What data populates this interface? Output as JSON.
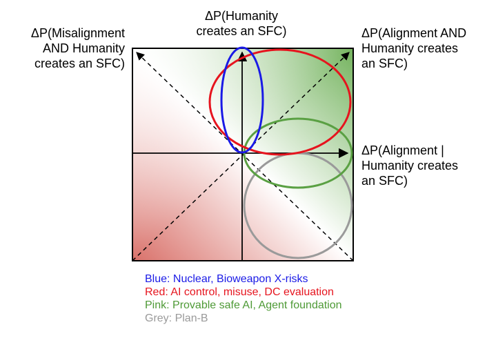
{
  "labels": {
    "top": [
      "ΔP(Humanity",
      "creates an SFC)"
    ],
    "top_left": [
      "ΔP(Misalignment",
      "AND Humanity",
      "creates an SFC)"
    ],
    "top_right": [
      "ΔP(Alignment AND",
      "Humanity creates",
      "an SFC)"
    ],
    "right": [
      "ΔP(Alignment |",
      "Humanity creates",
      "an SFC)"
    ]
  },
  "legend": [
    {
      "text": "Blue: Nuclear, Bioweapon X-risks",
      "color": "#1a1ae6"
    },
    {
      "text": "Red: AI control, misuse, DC evaluation",
      "color": "#e6141e"
    },
    {
      "text": "Pink: Provable safe AI, Agent foundation",
      "color": "#4e9a36"
    },
    {
      "text": "Grey: Plan-B",
      "color": "#9a9a9a"
    }
  ],
  "colors": {
    "blue": "#1a1ae6",
    "red": "#e6141e",
    "green": "#5aa043",
    "grey": "#9a9a9a",
    "gradient_red": "#d9716a",
    "gradient_green": "#74b35e"
  }
}
